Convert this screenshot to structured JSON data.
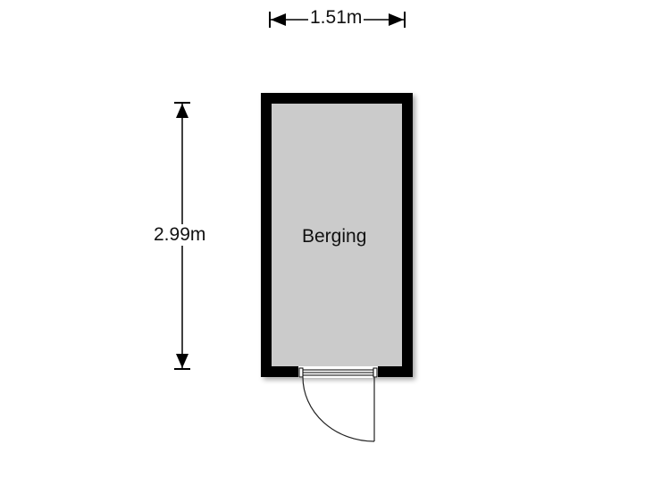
{
  "room": {
    "name": "Berging",
    "fill": "#cbcbcb",
    "wall": "#000000"
  },
  "dimensions": {
    "width": "1.51m",
    "length": "2.99m"
  }
}
